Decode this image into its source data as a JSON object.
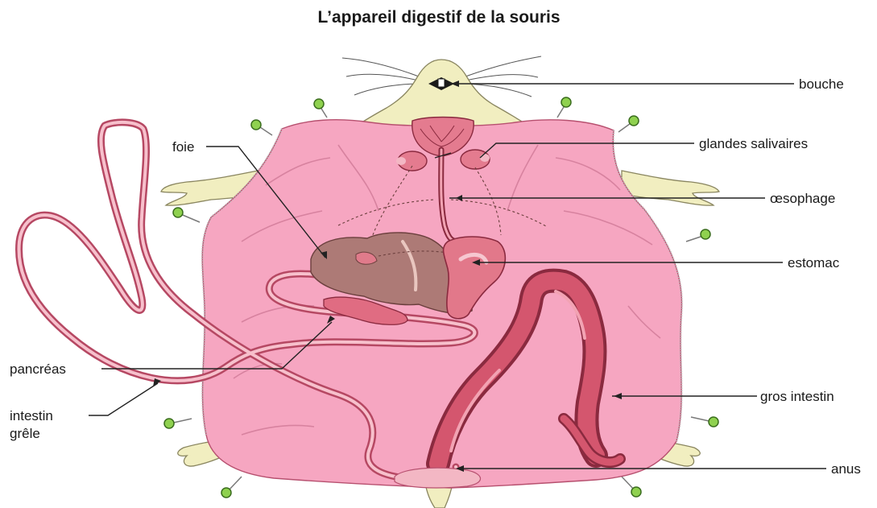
{
  "title": "L’appareil digestif de la souris",
  "labels": {
    "bouche": "bouche",
    "glandes_salivaires": "glandes salivaires",
    "oesophage": "œsophage",
    "estomac": "estomac",
    "gros_intestin": "gros intestin",
    "anus": "anus",
    "foie": "foie",
    "pancreas": "pancréas",
    "intestin_grele_line1": "intestin",
    "intestin_grele_line2": "grêle"
  },
  "colors": {
    "skin": "#f6a6c1",
    "liver": "#ad7a76",
    "stomach": "#e2788a",
    "colon": "#c84a63",
    "pins": "#8fd14f",
    "limbs": "#f1eec0"
  }
}
